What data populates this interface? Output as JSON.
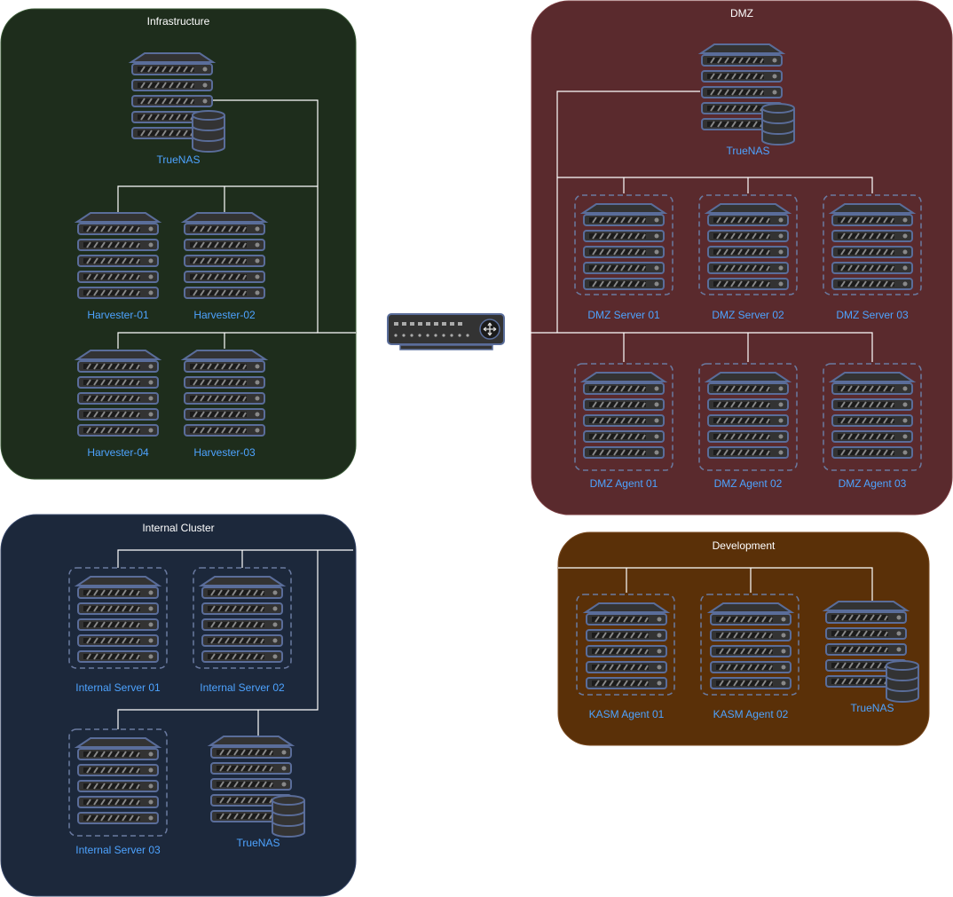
{
  "colors": {
    "infrastructure": "#1e2d1c",
    "dmz": "#5a2a2d",
    "internal": "#1c283b",
    "development": "#5a3008",
    "server_fill": "#333333",
    "server_stroke": "#5a6d9a",
    "label": "#4da3ff",
    "title": "#ffffff",
    "connector": "#ffffff"
  },
  "groups": {
    "infrastructure": {
      "title": "Infrastructure",
      "nodes": [
        "TrueNAS",
        "Harvester-01",
        "Harvester-02",
        "Harvester-04",
        "Harvester-03"
      ]
    },
    "dmz": {
      "title": "DMZ",
      "nodes": [
        "TrueNAS",
        "DMZ Server 01",
        "DMZ Server 02",
        "DMZ Server 03",
        "DMZ Agent 01",
        "DMZ Agent 02",
        "DMZ Agent 03"
      ]
    },
    "internal": {
      "title": "Internal Cluster",
      "nodes": [
        "Internal Server 01",
        "Internal Server 02",
        "Internal Server 03",
        "TrueNAS"
      ]
    },
    "development": {
      "title": "Development",
      "nodes": [
        "KASM Agent 01",
        "KASM Agent 02",
        "TrueNAS"
      ]
    }
  },
  "switch": {
    "icon": "network-switch-icon"
  }
}
